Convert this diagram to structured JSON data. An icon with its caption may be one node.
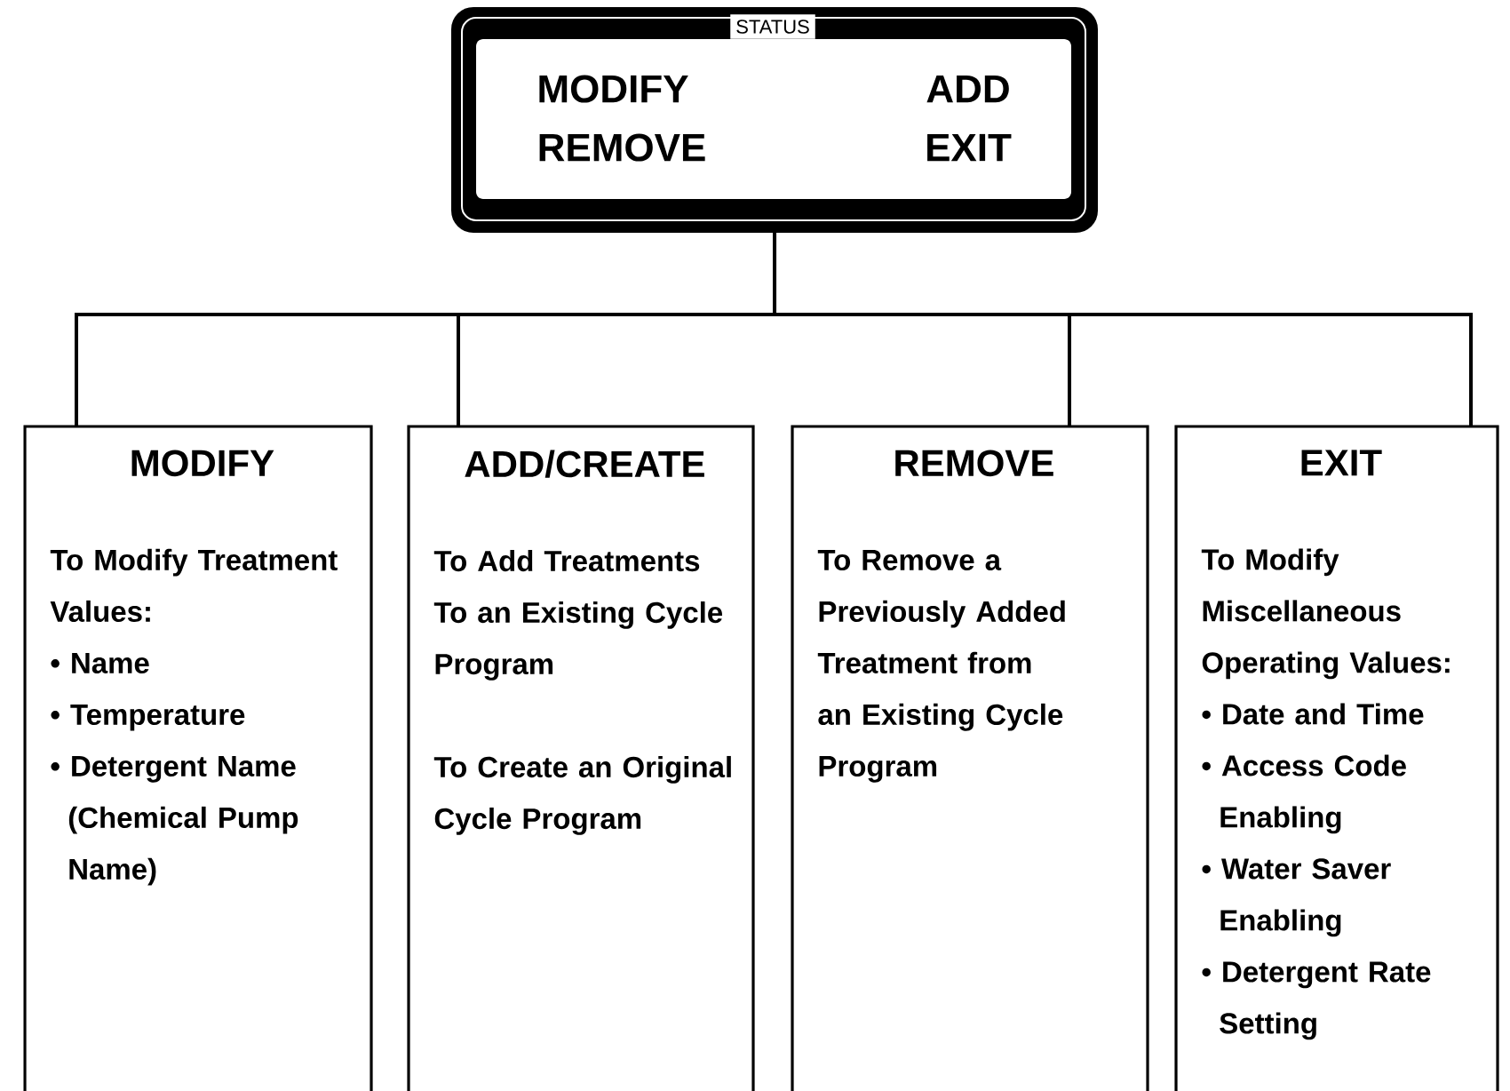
{
  "diagram": {
    "nodes": [
      {
        "text": [
          "STATUS",
          "MODIFY",
          "ADD",
          "REMOVE",
          "EXIT"
        ]
      },
      {
        "text": [
          "MODIFY",
          "To Modify Treatment Values:",
          "• Name",
          "• Temperature",
          "• Detergent Name (Chemical Pump Name)"
        ]
      },
      {
        "text": [
          "ADD/CREATE",
          "To Add Treatments To an Existing Cycle Program",
          "To Create an Original Cycle Program"
        ]
      },
      {
        "text": [
          "REMOVE",
          "To Remove a Previously Added Treatment from an Existing Cycle Program"
        ]
      },
      {
        "text": [
          "EXIT",
          "To Modify Miscellaneous Operating Values:",
          "• Date and Time",
          "• Access Code Enabling",
          "• Water Saver Enabling",
          "• Detergent Rate Setting"
        ]
      }
    ],
    "edges": [
      {
        "from": 0,
        "to": 1,
        "arrow": "none"
      },
      {
        "from": 0,
        "to": 2,
        "arrow": "none"
      },
      {
        "from": 0,
        "to": 3,
        "arrow": "none"
      },
      {
        "from": 0,
        "to": 4,
        "arrow": "none"
      }
    ]
  }
}
